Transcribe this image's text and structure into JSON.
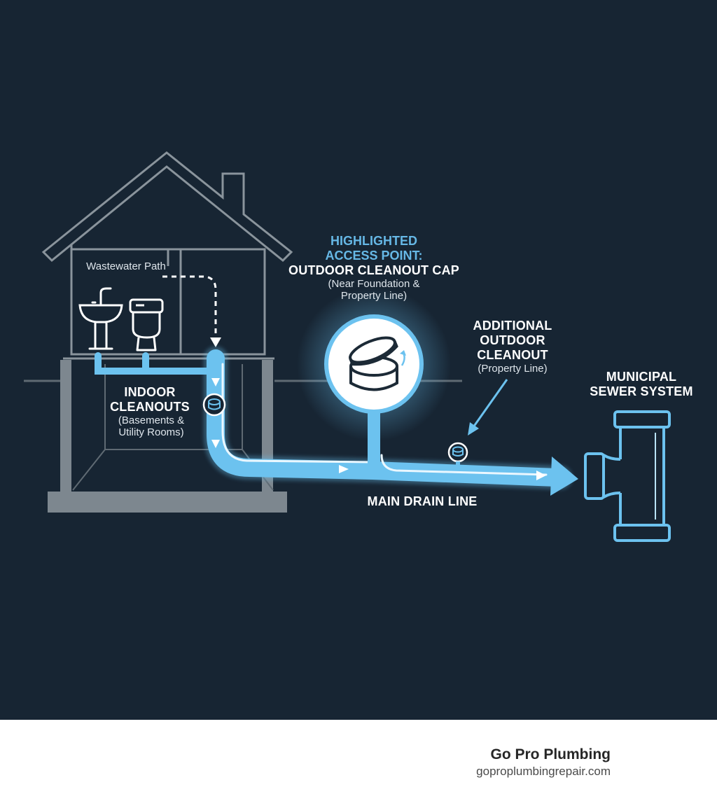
{
  "diagram": {
    "wastewater_path": "Wastewater Path",
    "indoor_cleanouts": {
      "title": "INDOOR CLEANOUTS",
      "detail": "(Basements & Utility Rooms)"
    },
    "highlighted": {
      "tag": "HIGHLIGHTED ACCESS POINT:",
      "title": "OUTDOOR CLEANOUT CAP",
      "detail": "(Near Foundation & Property Line)"
    },
    "additional": {
      "title": "ADDITIONAL OUTDOOR CLEANOUT",
      "detail": "(Property Line)"
    },
    "municipal": "MUNICIPAL SEWER SYSTEM",
    "main_drain": "MAIN DRAIN LINE"
  },
  "footer": {
    "brand": "Go Pro Plumbing",
    "url": "goproplumbingrepair.com"
  },
  "colors": {
    "background": "#172533",
    "pipe": "#6cc2ef",
    "house_outline": "#8a949c",
    "accent_text": "#66b8e6"
  },
  "icons": [
    "sink-icon",
    "toilet-icon",
    "cleanout-cap-icon",
    "sewer-tee-icon",
    "flow-arrow-icon"
  ]
}
